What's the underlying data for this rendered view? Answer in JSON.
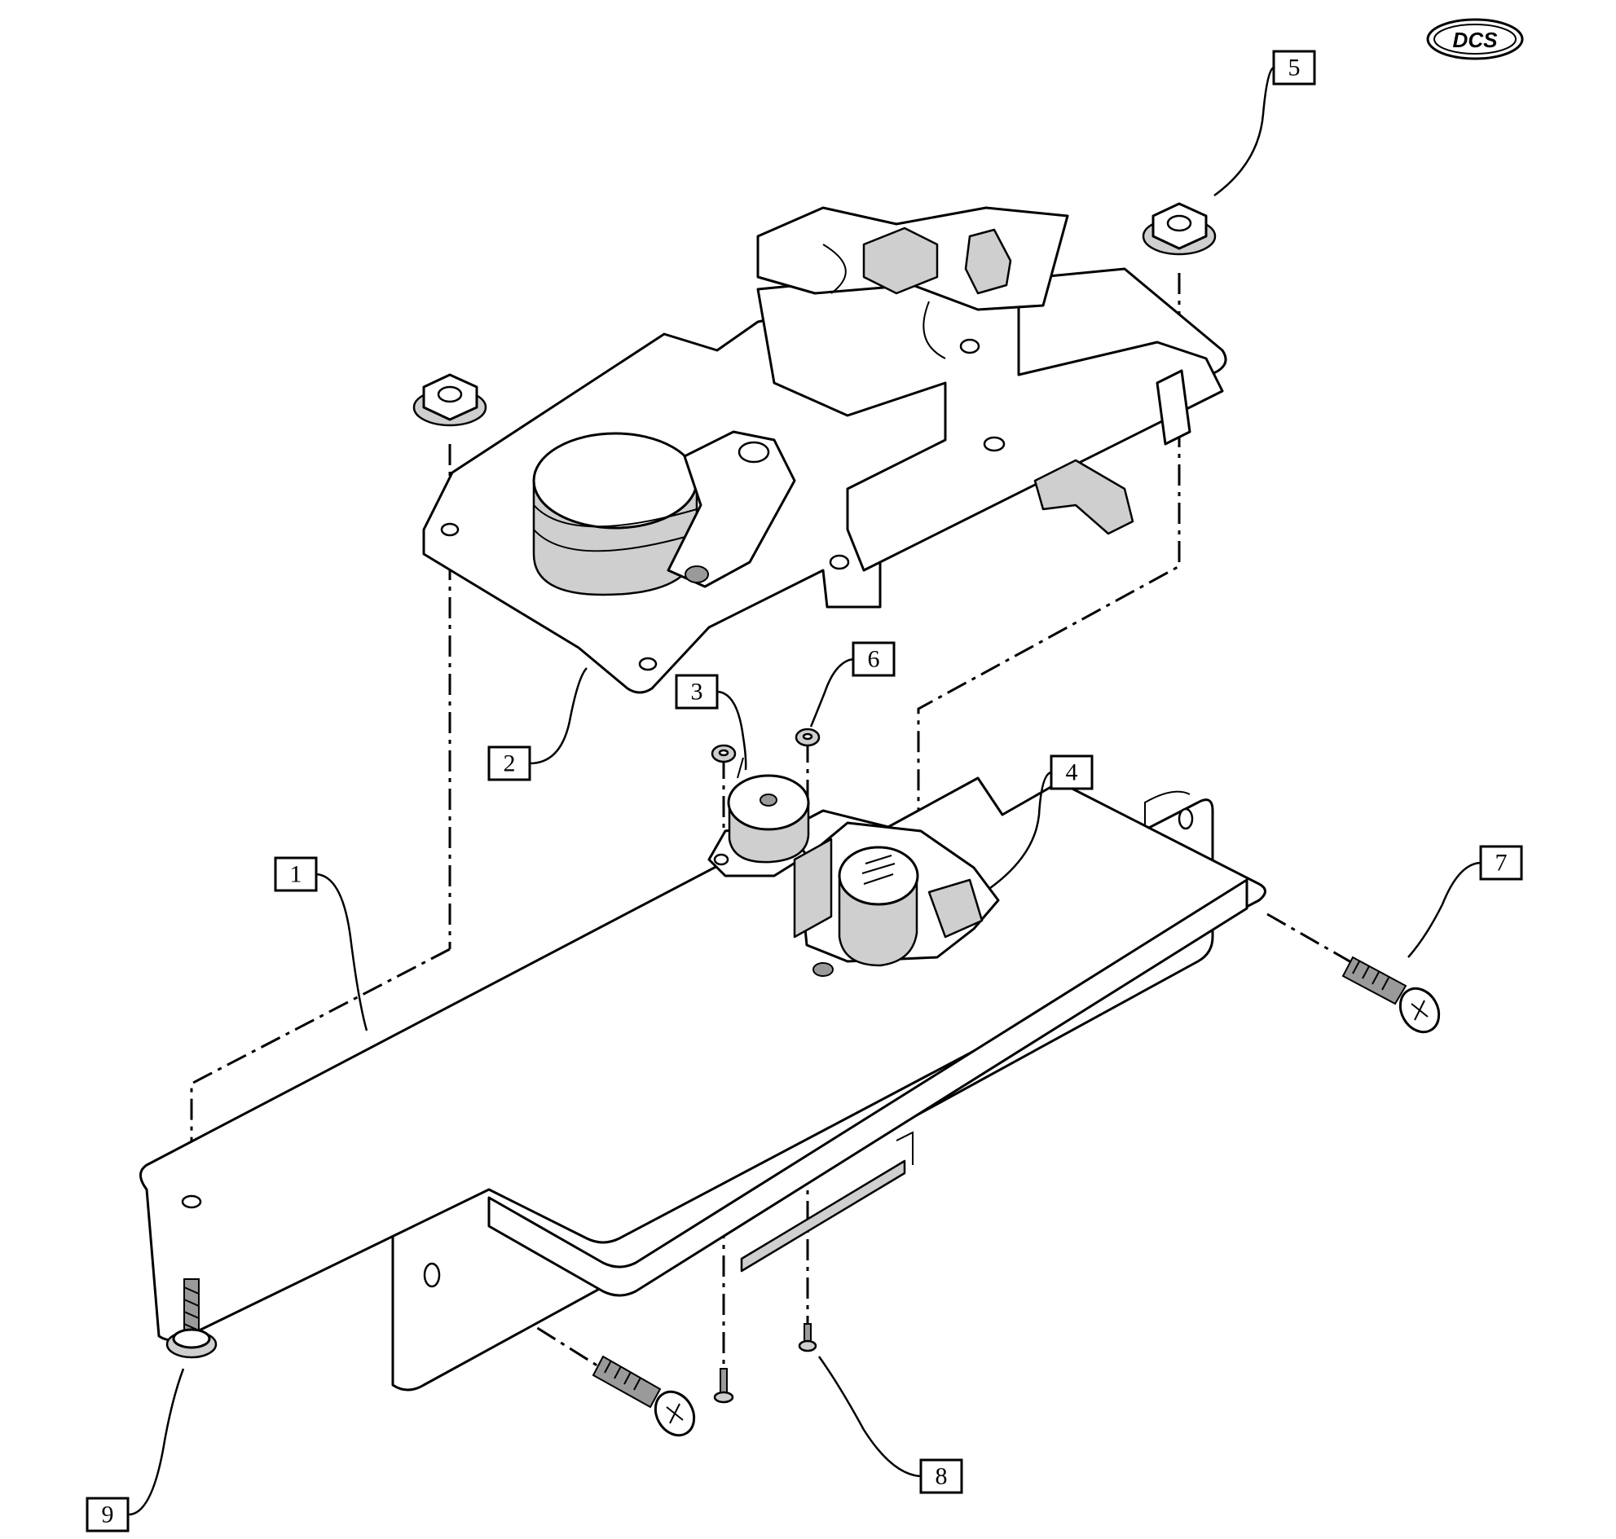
{
  "logo": {
    "text": "DCS"
  },
  "callouts": [
    {
      "id": "1",
      "label": "1"
    },
    {
      "id": "2",
      "label": "2"
    },
    {
      "id": "3",
      "label": "3"
    },
    {
      "id": "4",
      "label": "4"
    },
    {
      "id": "5",
      "label": "5"
    },
    {
      "id": "6",
      "label": "6"
    },
    {
      "id": "7",
      "label": "7"
    },
    {
      "id": "8",
      "label": "8"
    },
    {
      "id": "9",
      "label": "9"
    }
  ]
}
